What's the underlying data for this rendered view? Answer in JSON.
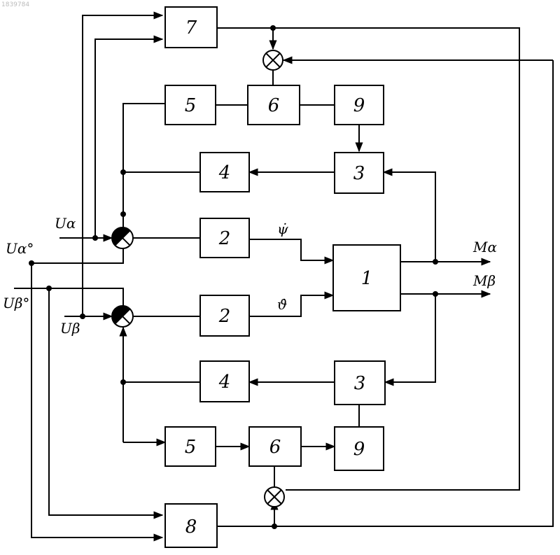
{
  "corner_text": "1839784",
  "blocks": {
    "b7": "7",
    "b5_top": "5",
    "b6_top": "6",
    "b9_top": "9",
    "b4_top": "4",
    "b3_top": "3",
    "b2_top": "2",
    "b1": "1",
    "b2_bot": "2",
    "b4_bot": "4",
    "b3_bot": "3",
    "b5_bot": "5",
    "b6_bot": "6",
    "b9_bot": "9",
    "b8": "8"
  },
  "labels": {
    "u_alpha": "Uα",
    "u_alpha0": "Uα°",
    "u_beta0": "Uβ°",
    "u_beta": "Uβ",
    "psi_dot": "ψ̇",
    "theta_dot": "ϑ̇",
    "m_alpha": "Mα",
    "m_beta": "Mβ"
  }
}
